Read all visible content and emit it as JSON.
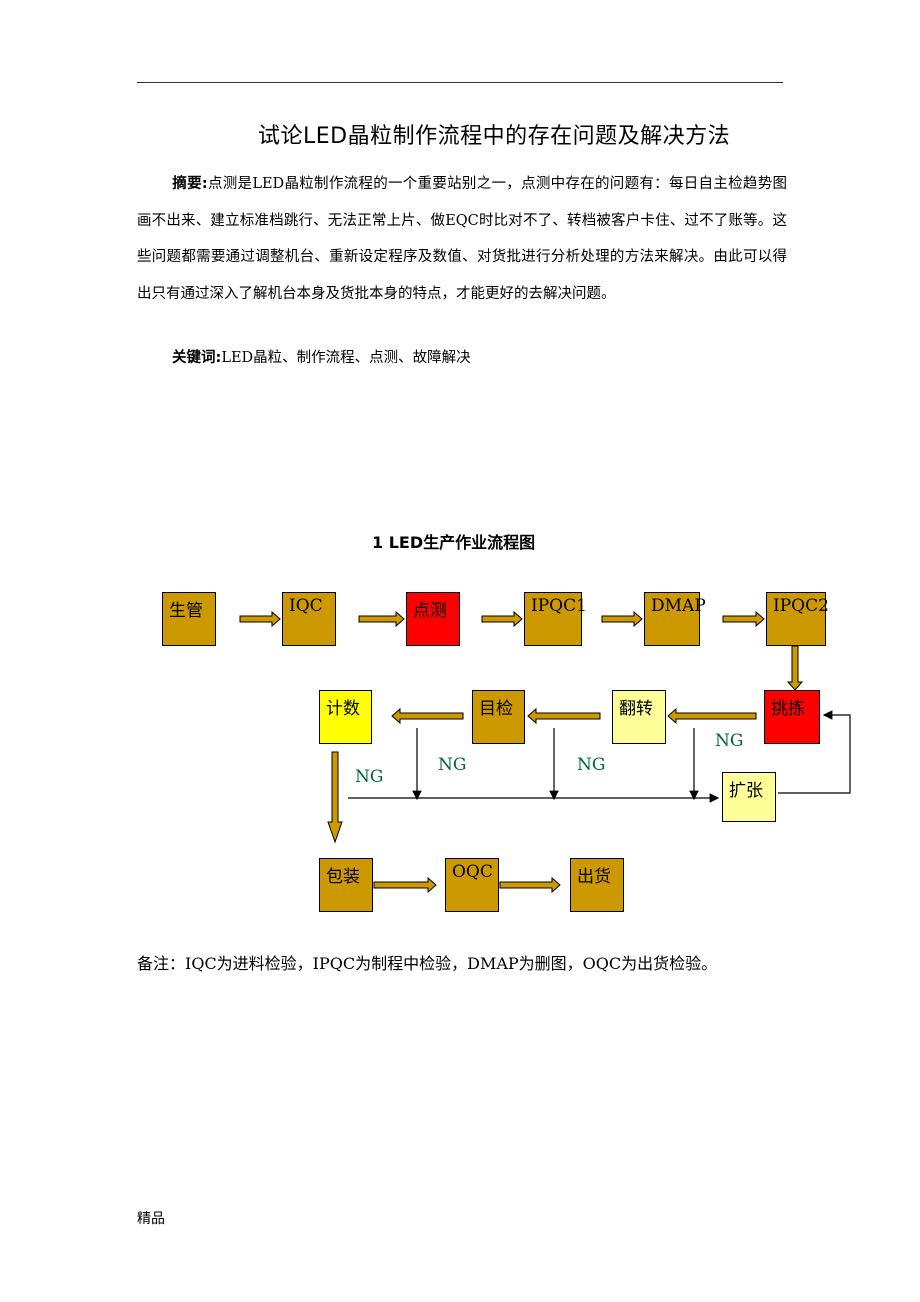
{
  "title": "试论LED晶粒制作流程中的存在问题及解决方法",
  "abstract": {
    "label": "摘要:",
    "text": "点测是LED晶粒制作流程的一个重要站别之一，点测中存在的问题有：每日自主检趋势图画不出来、建立标准档跳行、无法正常上片、做EQC时比对不了、转档被客户卡住、过不了账等。这些问题都需要通过调整机台、重新设定程序及数值、对货批进行分析处理的方法来解决。由此可以得出只有通过深入了解机台本身及货批本身的特点，才能更好的去解决问题。"
  },
  "keywords": {
    "label": "关键词:",
    "text": "LED晶粒、制作流程、点测、故障解决"
  },
  "figure": {
    "title": "1   LED生产作业流程图",
    "nodes": {
      "shengguan": "生管",
      "iqc": "IQC",
      "dianche": "点测",
      "ipqc1": "IPQC1",
      "dmap": "DMAP",
      "ipqc2": "IPQC2",
      "tiaojian": "挑拣",
      "fanzhuan": "翻转",
      "mujian": "目检",
      "jishu": "计数",
      "kuozhang": "扩张",
      "baozhuang": "包装",
      "oqc": "OQC",
      "chuhuo": "出货"
    },
    "ng_label": "NG",
    "colors": {
      "node_brown": "#cc9900",
      "node_red": "#ff0000",
      "node_yellow": "#ffff00",
      "node_cream": "#ffff99",
      "arrow_fill": "#cc9900",
      "ng_text": "#006633"
    }
  },
  "note": "备注：IQC为进料检验，IPQC为制程中检验，DMAP为删图，OQC为出货检验。",
  "footer": "精品"
}
